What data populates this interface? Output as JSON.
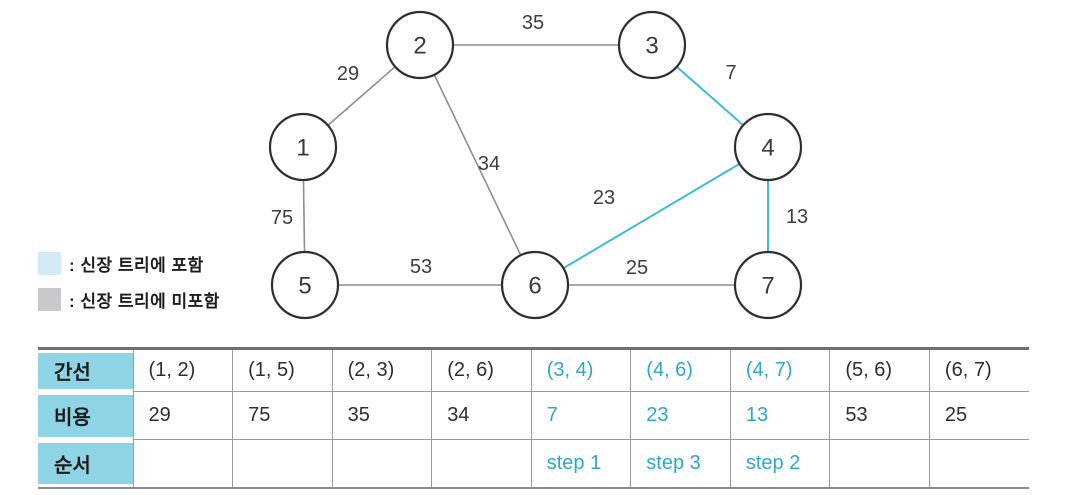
{
  "colors": {
    "tree_edge": "#3cbbd9",
    "non_tree_edge": "#8e8e8e",
    "table_highlight_text": "#2ba8cb",
    "table_header_bg": "#8ed4e4",
    "legend_included_swatch": "#d4eaf7",
    "legend_excluded_swatch": "#c9c9cb"
  },
  "legend": {
    "included_label": ": 신장 트리에 포함",
    "excluded_label": ": 신장 트리에 미포함"
  },
  "graph": {
    "nodes": [
      {
        "label": "1"
      },
      {
        "label": "2"
      },
      {
        "label": "3"
      },
      {
        "label": "4"
      },
      {
        "label": "5"
      },
      {
        "label": "6"
      },
      {
        "label": "7"
      }
    ],
    "edges": [
      {
        "from": "1",
        "to": "2",
        "weight": "29",
        "in_tree": false
      },
      {
        "from": "2",
        "to": "3",
        "weight": "35",
        "in_tree": false
      },
      {
        "from": "3",
        "to": "4",
        "weight": "7",
        "in_tree": true
      },
      {
        "from": "2",
        "to": "6",
        "weight": "34",
        "in_tree": false
      },
      {
        "from": "4",
        "to": "6",
        "weight": "23",
        "in_tree": true
      },
      {
        "from": "4",
        "to": "7",
        "weight": "13",
        "in_tree": true
      },
      {
        "from": "1",
        "to": "5",
        "weight": "75",
        "in_tree": false
      },
      {
        "from": "5",
        "to": "6",
        "weight": "53",
        "in_tree": false
      },
      {
        "from": "6",
        "to": "7",
        "weight": "25",
        "in_tree": false
      }
    ]
  },
  "table": {
    "row_headers": [
      "간선",
      "비용",
      "순서"
    ],
    "columns": [
      {
        "edge": "(1, 2)",
        "cost": "29",
        "order": "",
        "highlight": false
      },
      {
        "edge": "(1, 5)",
        "cost": "75",
        "order": "",
        "highlight": false
      },
      {
        "edge": "(2, 3)",
        "cost": "35",
        "order": "",
        "highlight": false
      },
      {
        "edge": "(2, 6)",
        "cost": "34",
        "order": "",
        "highlight": false
      },
      {
        "edge": "(3, 4)",
        "cost": "7",
        "order": "step 1",
        "highlight": true
      },
      {
        "edge": "(4, 6)",
        "cost": "23",
        "order": "step 3",
        "highlight": true
      },
      {
        "edge": "(4, 7)",
        "cost": "13",
        "order": "step 2",
        "highlight": true
      },
      {
        "edge": "(5, 6)",
        "cost": "53",
        "order": "",
        "highlight": false
      },
      {
        "edge": "(6, 7)",
        "cost": "25",
        "order": "",
        "highlight": false
      }
    ]
  }
}
